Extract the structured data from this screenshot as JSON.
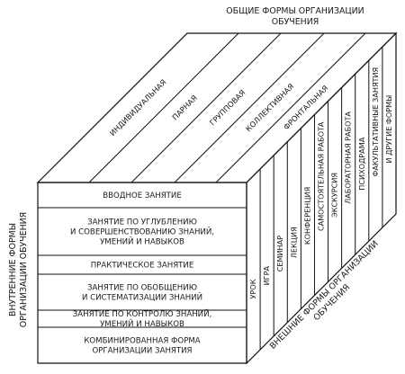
{
  "diagram": {
    "top_title": [
      "ОБЩИЕ ФОРМЫ ОРГАНИЗАЦИИ",
      "ОБУЧЕНИЯ"
    ],
    "left_title": [
      "ВНУТРЕННИЕ ФОРМЫ",
      "ОРГАНИЗАЦИИ ОБУЧЕНИЯ"
    ],
    "bottom_title": [
      "ВНЕШНИЕ ФОРМЫ ОРГАНИЗАЦИИ",
      "ОБУЧЕНИЯ"
    ],
    "front_rows": [
      [
        "ВВОДНОЕ ЗАНЯТИЕ"
      ],
      [
        "ЗАНЯТИЕ ПО УГЛУБЛЕНИЮ",
        "И СОВЕРШЕНСТВОВАНИЮ ЗНАНИЙ,",
        "УМЕНИЙ И НАВЫКОВ"
      ],
      [
        "ПРАКТИЧЕСКОЕ ЗАНЯТИЕ"
      ],
      [
        "ЗАНЯТИЕ ПО ОБОБЩЕНИЮ",
        "И СИСТЕМАТИЗАЦИИ ЗНАНИЙ"
      ],
      [
        "ЗАНЯТИЕ ПО КОНТРОЛЮ ЗНАНИЙ,",
        "УМЕНИЙ И НАВЫКОВ"
      ],
      [
        "КОМБИНИРОВАННАЯ ФОРМА",
        "ОРГАНИЗАЦИИ ЗАНЯТИЯ"
      ]
    ],
    "top_strips": [
      "ИНДИВИДУАЛЬНАЯ",
      "ПАРНАЯ",
      "ГРУППОВАЯ",
      "КОЛЛЕКТИВНАЯ",
      "ФРОНТАЛЬНАЯ"
    ],
    "side_strips": [
      "УРОК",
      "ИГРА",
      "СЕМИНАР",
      "ЛЕКЦИЯ",
      "КОНФЕРЕНЦИЯ",
      "САМОСТОЯТЕЛЬНАЯ РАБОТА",
      "ЭКСКУРСИЯ",
      "ЛАБОРАТОРНАЯ РАБОТА",
      "ПСИХОДРАМА",
      "ФАКУЛЬТАТИВНЫЕ ЗАНЯТИЯ",
      "И ДРУГИЕ ФОРМЫ"
    ]
  }
}
